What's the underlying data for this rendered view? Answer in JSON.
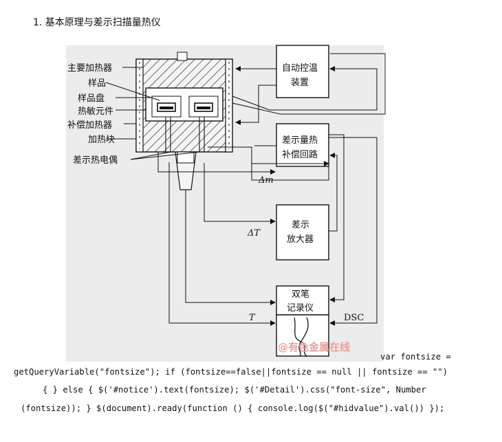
{
  "heading": "1. 基本原理与差示扫描量热仪",
  "diagram": {
    "left_labels": [
      "主要加热器",
      "样品",
      "样品盘",
      "热敏元件",
      "补偿加热器",
      "加热块"
    ],
    "thermocouple_label": "差示热电偶",
    "boxes": {
      "auto_temp": [
        "自动控温",
        "装置"
      ],
      "dsc_comp": [
        "差示量热",
        "补偿回路"
      ],
      "amplifier": [
        "差示",
        "放大器"
      ],
      "recorder": [
        "双笔",
        "记录仪"
      ]
    },
    "signals": {
      "dm": "Δm",
      "dT": "ΔT",
      "T": "T",
      "dsc": "DSC"
    },
    "watermark": "@有色金属在线"
  },
  "code_lines": [
    "var fontsize =",
    "getQueryVariable(\"fontsize\"); if (fontsize==false||fontsize == null || fontsize == \"\")",
    "{ } else { $('#notice').text(fontsize); $('#Detail').css(\"font-size\", Number",
    "(fontsize)); } $(document).ready(function () { console.log($(\"#hidvalue\").val()) });"
  ]
}
